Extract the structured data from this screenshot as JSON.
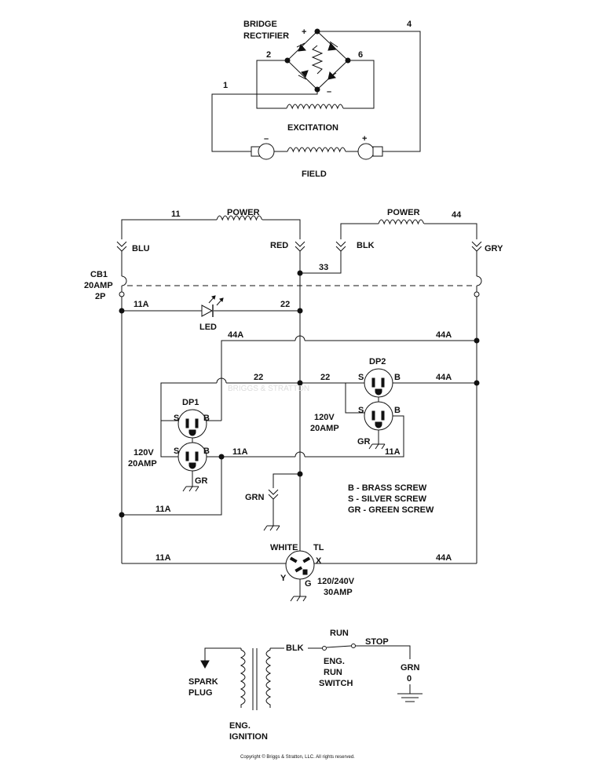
{
  "exciter": {
    "bridge_rectifier_line1": "BRIDGE",
    "bridge_rectifier_line2": "RECTIFIER",
    "plus": "+",
    "minus": "–",
    "wire_4": "4",
    "wire_2": "2",
    "wire_6": "6",
    "wire_1": "1",
    "excitation": "EXCITATION",
    "field": "FIELD",
    "field_minus": "–",
    "field_plus": "+"
  },
  "power": {
    "wire_11": "11",
    "power_left": "POWER",
    "power_right": "POWER",
    "wire_44_top": "44",
    "blu": "BLU",
    "red": "RED",
    "blk": "BLK",
    "gry": "GRY",
    "wire_33": "33",
    "cb1_line1": "CB1",
    "cb1_line2": "20AMP",
    "cb1_line3": "2P",
    "wire_11a_led": "11A",
    "wire_22_led": "22",
    "led": "LED",
    "wire_44a_left": "44A",
    "wire_44a_right": "44A",
    "wire_22_dp1": "22",
    "wire_22_dp2": "22",
    "dp2": "DP2",
    "dp2_s": "S",
    "dp2_b": "B",
    "wire_44a_dp2": "44A",
    "dp1": "DP1",
    "dp1_s": "S",
    "dp1_b": "B",
    "dp2_rating_line1": "120V",
    "dp2_rating_line2": "20AMP",
    "dp2_s2": "S",
    "dp2_b2": "B",
    "dp2_gr": "GR",
    "wire_11a_dp2": "11A",
    "dp1_rating_line1": "120V",
    "dp1_rating_line2": "20AMP",
    "dp1_s2": "S",
    "dp1_b2": "B",
    "wire_11a_dp1": "11A",
    "dp1_gr": "GR",
    "legend_b": "B - BRASS SCREW",
    "legend_s": "S - SILVER SCREW",
    "legend_gr": "GR - GREEN SCREW",
    "grn": "GRN",
    "wire_11a_lower": "11A",
    "white": "WHITE",
    "tl": "TL",
    "x": "X",
    "y": "Y",
    "g": "G",
    "wire_11a_bottom": "11A",
    "wire_44a_bottom": "44A",
    "twist_rating_line1": "120/240V",
    "twist_rating_line2": "30AMP"
  },
  "ignition": {
    "run": "RUN",
    "stop": "STOP",
    "blk": "BLK",
    "eng_run_switch_line1": "ENG.",
    "eng_run_switch_line2": "RUN",
    "eng_run_switch_line3": "SWITCH",
    "grn": "GRN",
    "zero": "0",
    "spark_plug_line1": "SPARK",
    "spark_plug_line2": "PLUG",
    "eng_ignition_line1": "ENG.",
    "eng_ignition_line2": "IGNITION"
  },
  "footer": {
    "copyright": "Copyright © Briggs & Stratton, LLC. All rights reserved."
  },
  "watermark": "BRIGGS & STRATTON"
}
